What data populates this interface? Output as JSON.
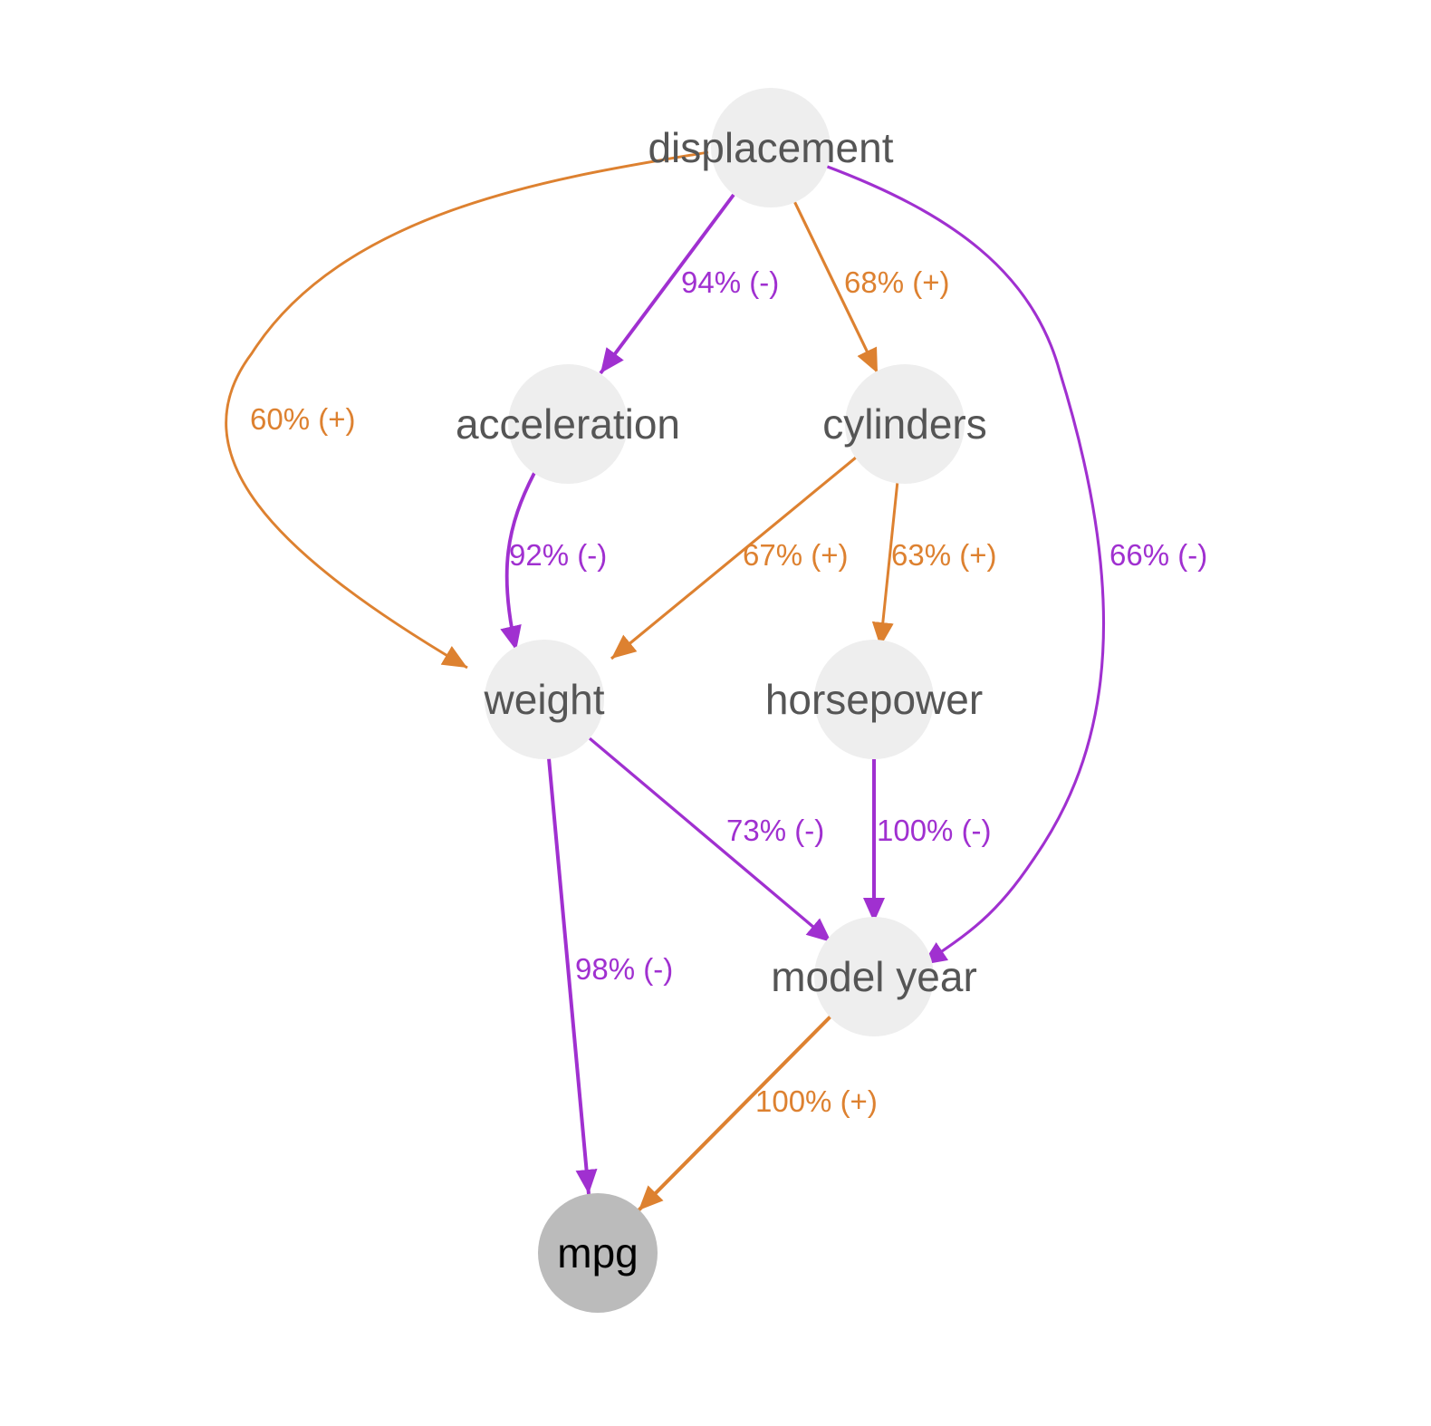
{
  "colors": {
    "negative": "#A030D0",
    "positive": "#DD8130",
    "node_fill": "#EEEEEE",
    "target_fill": "#BBBBBB",
    "label_text": "#555555",
    "target_text": "#000000"
  },
  "nodes": {
    "displacement": {
      "label": "displacement"
    },
    "acceleration": {
      "label": "acceleration"
    },
    "cylinders": {
      "label": "cylinders"
    },
    "weight": {
      "label": "weight"
    },
    "horsepower": {
      "label": "horsepower"
    },
    "model_year": {
      "label": "model year"
    },
    "mpg": {
      "label": "mpg",
      "target": true
    }
  },
  "edges": [
    {
      "id": "displacement-acceleration",
      "from": "displacement",
      "to": "acceleration",
      "label": "94% (-)",
      "sign": "negative",
      "strength": 94
    },
    {
      "id": "displacement-cylinders",
      "from": "displacement",
      "to": "cylinders",
      "label": "68% (+)",
      "sign": "positive",
      "strength": 68
    },
    {
      "id": "displacement-weight",
      "from": "displacement",
      "to": "weight",
      "label": "60% (+)",
      "sign": "positive",
      "strength": 60
    },
    {
      "id": "displacement-model_year",
      "from": "displacement",
      "to": "model_year",
      "label": "66% (-)",
      "sign": "negative",
      "strength": 66
    },
    {
      "id": "acceleration-weight",
      "from": "acceleration",
      "to": "weight",
      "label": "92% (-)",
      "sign": "negative",
      "strength": 92
    },
    {
      "id": "cylinders-weight",
      "from": "cylinders",
      "to": "weight",
      "label": "67% (+)",
      "sign": "positive",
      "strength": 67
    },
    {
      "id": "cylinders-horsepower",
      "from": "cylinders",
      "to": "horsepower",
      "label": "63% (+)",
      "sign": "positive",
      "strength": 63
    },
    {
      "id": "weight-model_year",
      "from": "weight",
      "to": "model_year",
      "label": "73% (-)",
      "sign": "negative",
      "strength": 73
    },
    {
      "id": "horsepower-model_year",
      "from": "horsepower",
      "to": "model_year",
      "label": "100% (-)",
      "sign": "negative",
      "strength": 100
    },
    {
      "id": "weight-mpg",
      "from": "weight",
      "to": "mpg",
      "label": "98% (-)",
      "sign": "negative",
      "strength": 98
    },
    {
      "id": "model_year-mpg",
      "from": "model_year",
      "to": "mpg",
      "label": "100% (+)",
      "sign": "positive",
      "strength": 100
    }
  ]
}
